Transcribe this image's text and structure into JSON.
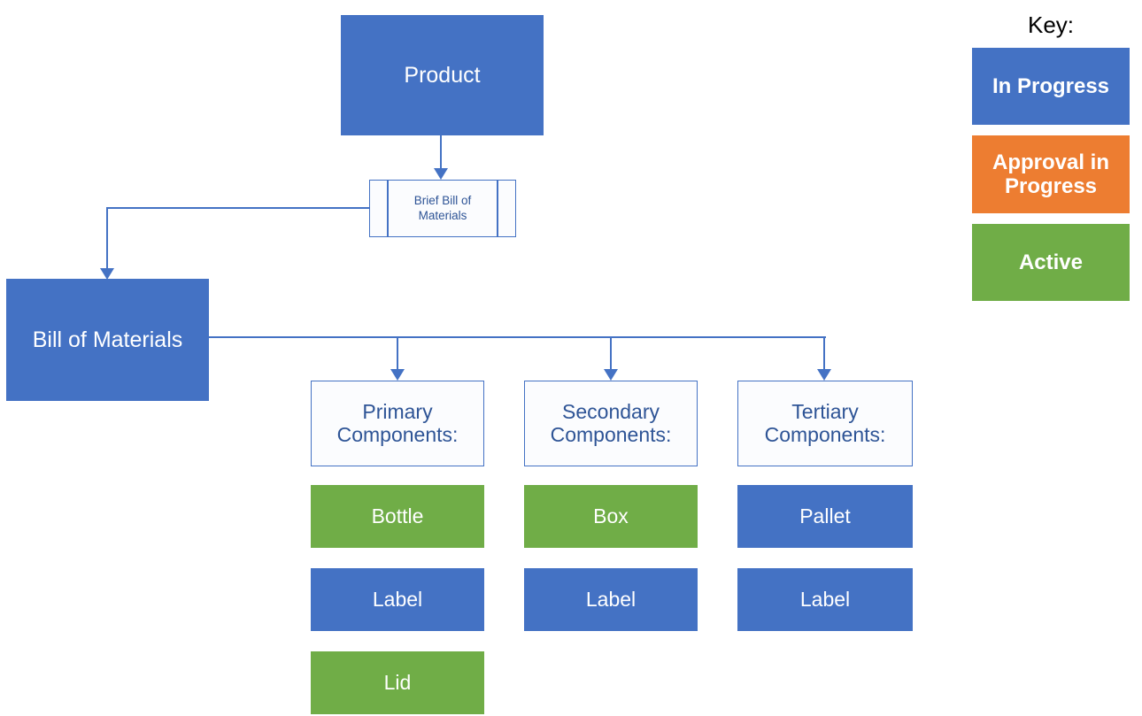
{
  "diagram": {
    "title_text": "",
    "colors": {
      "in_progress": "#4472C4",
      "approval_in_progress": "#ED7D31",
      "active": "#70AD47",
      "outline_border": "#4472C4",
      "outline_text": "#2E5496",
      "connector": "#4472C4",
      "canvas": "#FFFFFF"
    },
    "nodes": {
      "product": "Product",
      "brief_bom": "Brief Bill of Materials",
      "bill_of_materials": "Bill of Materials",
      "primary_header": "Primary Components:",
      "secondary_header": "Secondary Components:",
      "tertiary_header": "Tertiary Components:"
    },
    "columns": [
      {
        "header": "Primary Components:",
        "items": [
          {
            "label": "Bottle",
            "status": "Active"
          },
          {
            "label": "Label",
            "status": "In Progress"
          },
          {
            "label": "Lid",
            "status": "Active"
          }
        ]
      },
      {
        "header": "Secondary Components:",
        "items": [
          {
            "label": "Box",
            "status": "Active"
          },
          {
            "label": "Label",
            "status": "In Progress"
          }
        ]
      },
      {
        "header": "Tertiary Components:",
        "items": [
          {
            "label": "Pallet",
            "status": "In Progress"
          },
          {
            "label": "Label",
            "status": "In Progress"
          }
        ]
      }
    ]
  },
  "key": {
    "title": "Key:",
    "entries": [
      {
        "label": "In Progress",
        "color": "#4472C4"
      },
      {
        "label": "Approval in Progress",
        "color": "#ED7D31"
      },
      {
        "label": "Active",
        "color": "#70AD47"
      }
    ]
  }
}
